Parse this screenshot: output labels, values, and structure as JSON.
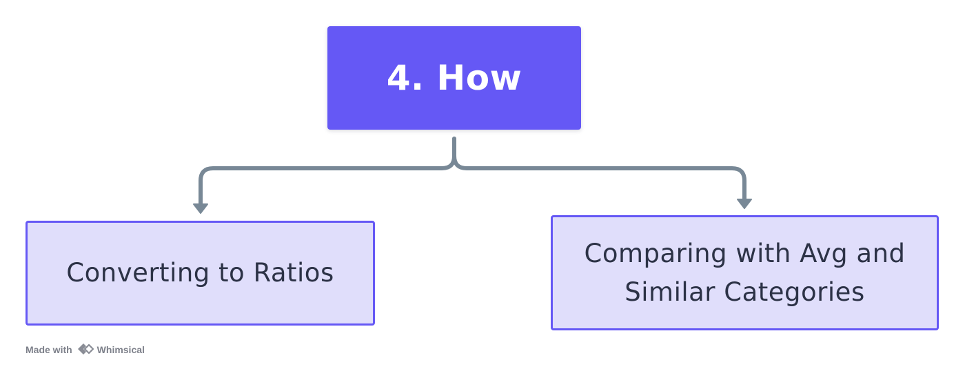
{
  "diagram": {
    "root": {
      "label": "4. How"
    },
    "children": [
      {
        "label": "Converting to Ratios"
      },
      {
        "label": "Comparing with Avg and Similar Categories"
      }
    ]
  },
  "colors": {
    "root_fill": "#6558f5",
    "child_fill": "#e0defb",
    "child_border": "#6558f5",
    "connector": "#788896",
    "text_dark": "#2c3246"
  },
  "watermark": {
    "prefix": "Made with",
    "brand": "Whimsical",
    "icon": "whimsical-logo-icon"
  }
}
